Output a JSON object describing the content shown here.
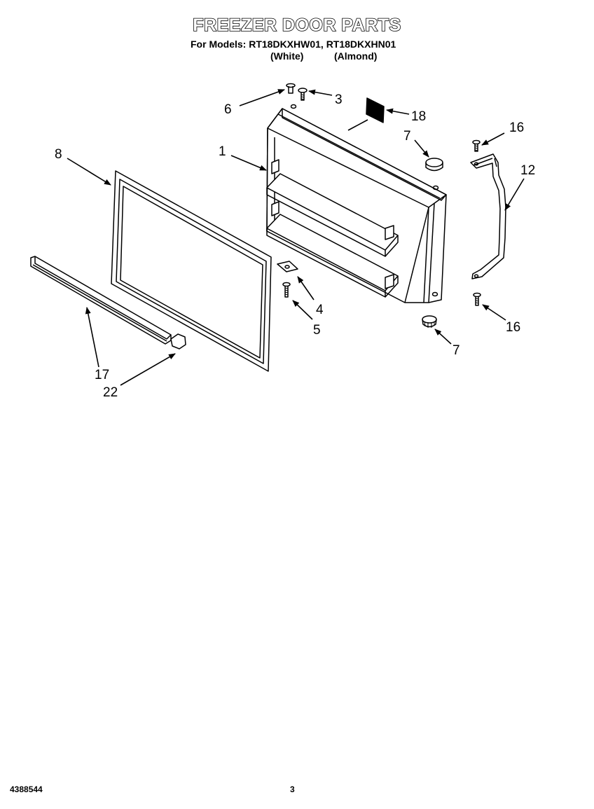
{
  "header": {
    "title": "FREEZER DOOR PARTS",
    "models_line": "For Models: RT18DKXHW01, RT18DKXHN01",
    "variants": [
      "(White)",
      "(Almond)"
    ]
  },
  "callouts": [
    "6",
    "3",
    "18",
    "7",
    "16",
    "8",
    "1",
    "12",
    "4",
    "5",
    "16",
    "7",
    "17",
    "22"
  ],
  "footer": {
    "document_number": "4388544",
    "page_number": "3"
  }
}
